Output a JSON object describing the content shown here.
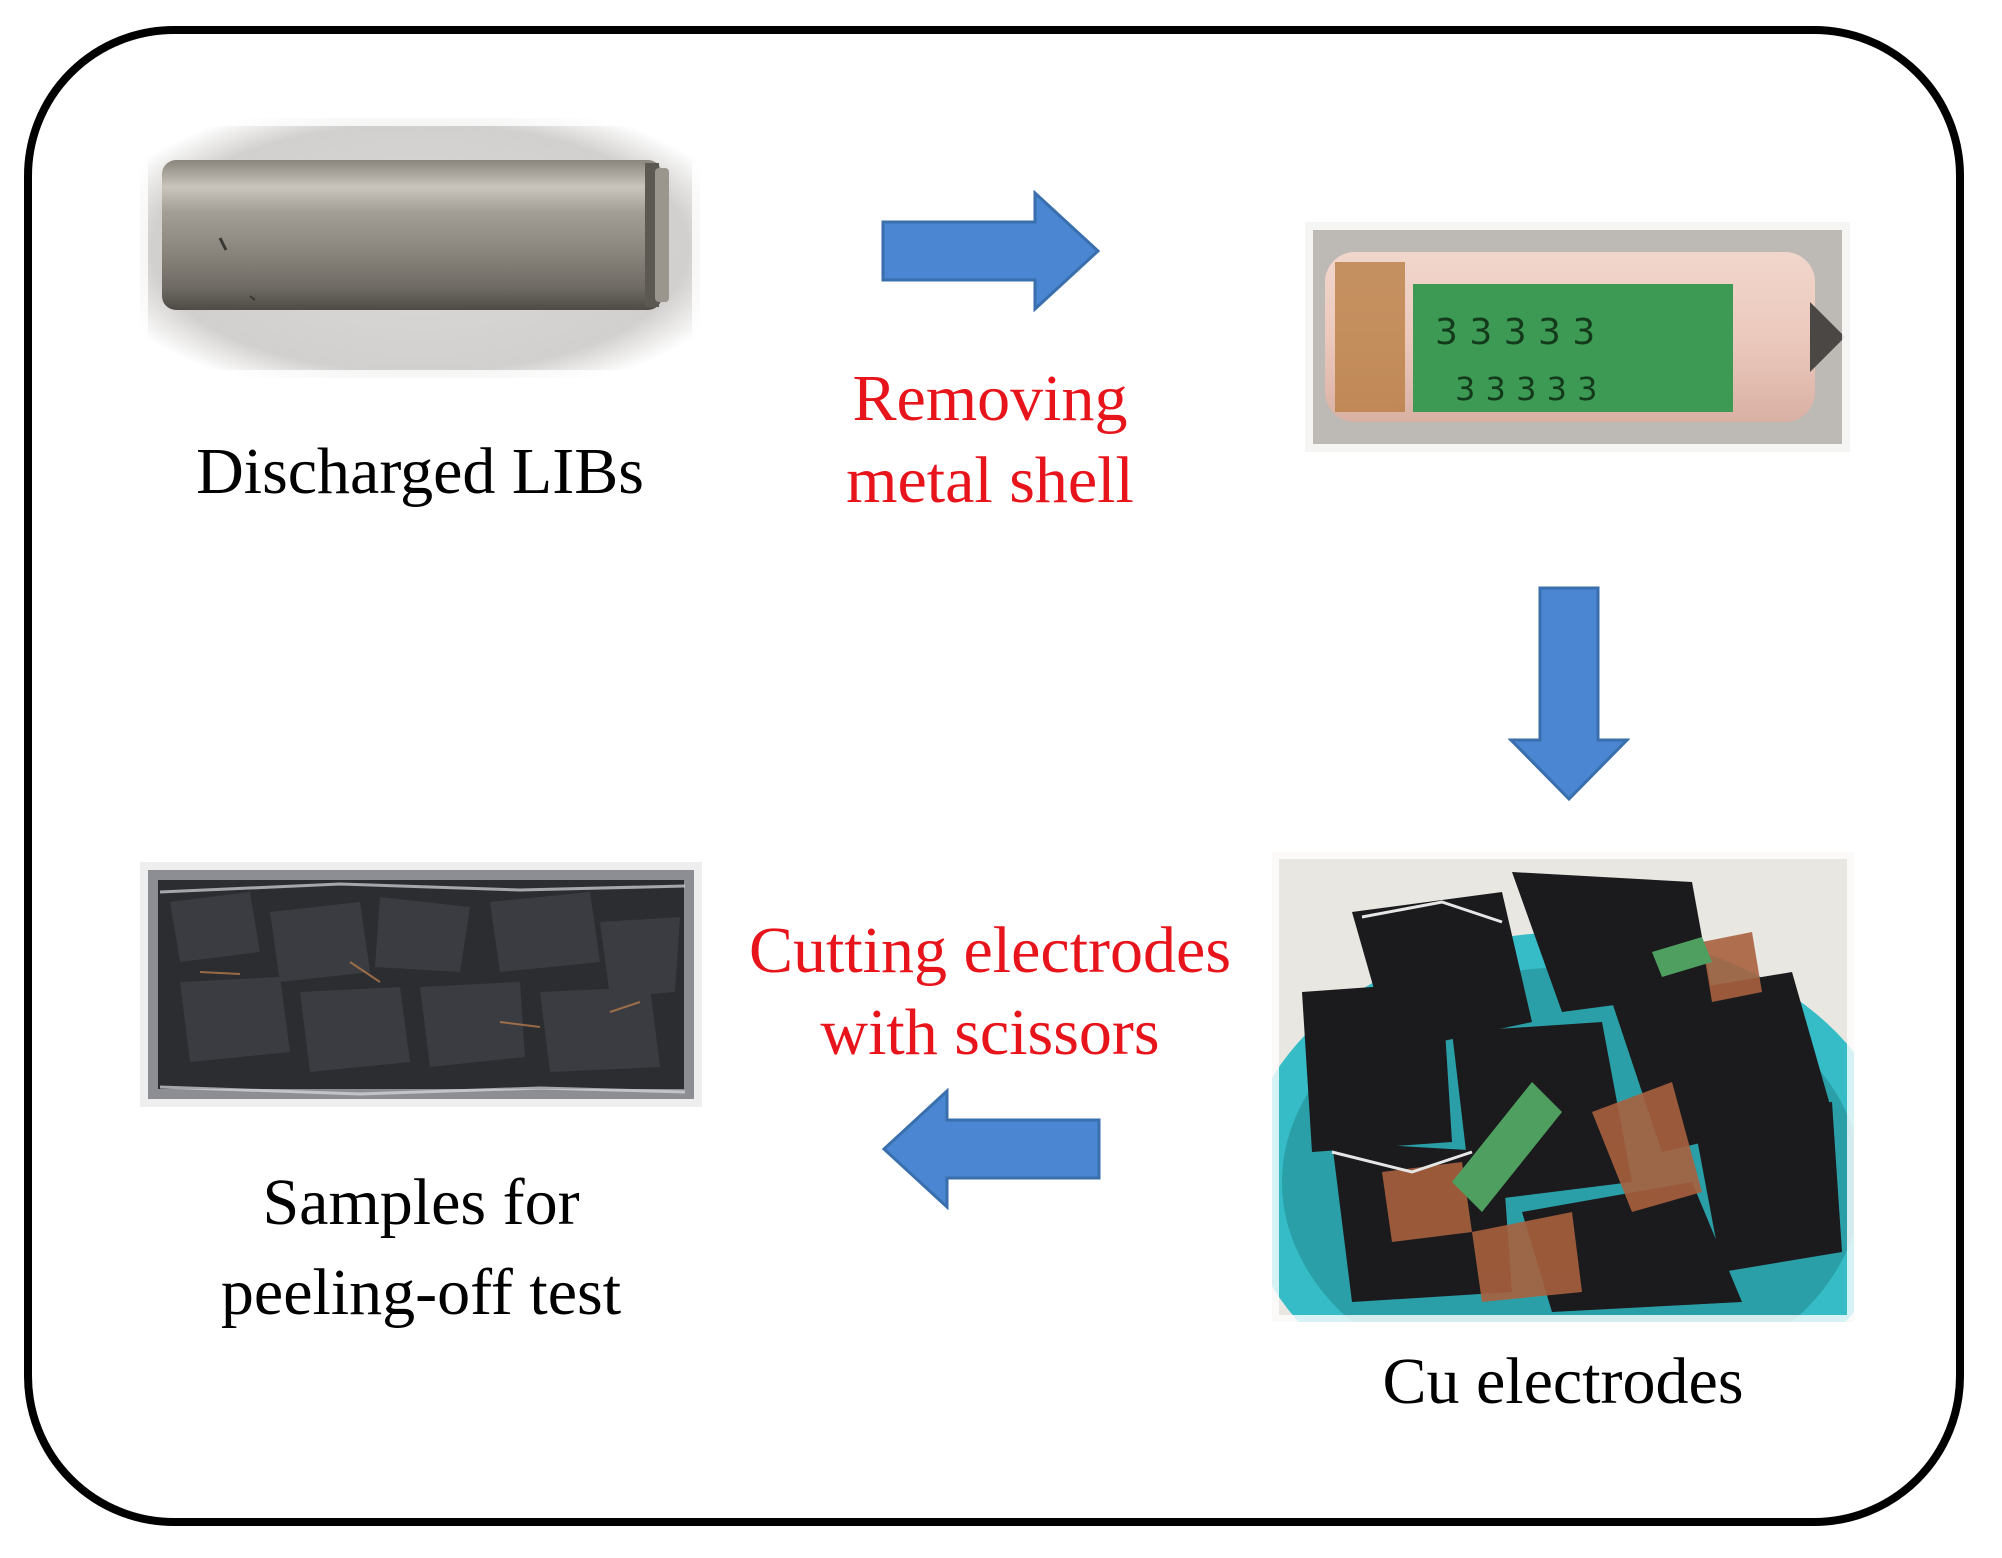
{
  "colors": {
    "frame": "#000000",
    "arrow": "#4a86d1",
    "arrow_outline": "#3a6fae",
    "step_text": "#e8141c",
    "caption_text": "#000000"
  },
  "stages": {
    "discharged": {
      "label": "Discharged LIBs",
      "icon": "battery-cell-photo"
    },
    "unshelled": {
      "icon": "unshelled-cell-photo"
    },
    "cu_electrodes": {
      "label": "Cu electrodes",
      "icon": "cu-electrodes-basket-photo"
    },
    "samples": {
      "label_line1": "Samples for",
      "label_line2": "peeling-off test",
      "icon": "cut-samples-bag-photo"
    }
  },
  "steps": {
    "remove_shell": {
      "line1": "Removing",
      "line2": "metal shell",
      "icon": "arrow-right-icon"
    },
    "to_electrodes": {
      "icon": "arrow-down-icon"
    },
    "cutting": {
      "line1": "Cutting electrodes",
      "line2": "with scissors",
      "icon": "arrow-left-icon"
    }
  }
}
